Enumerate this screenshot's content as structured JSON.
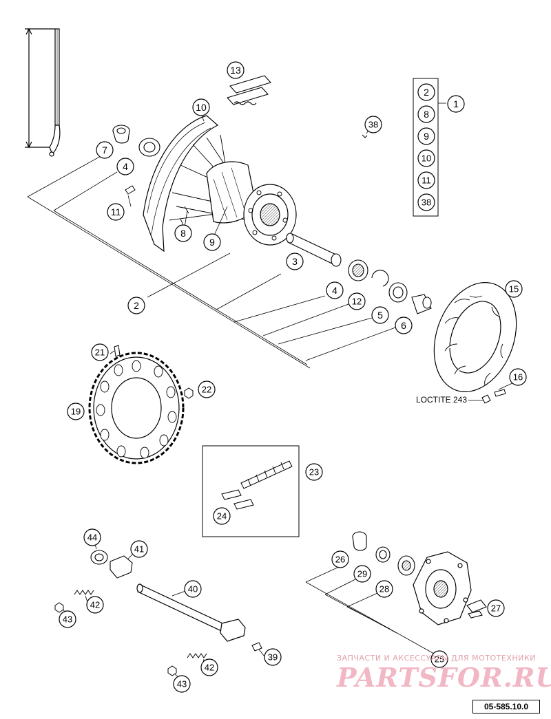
{
  "diagram_code": "05-585.10.0",
  "loctite_label": "LOCTITE 243",
  "kit_parts": [
    "2",
    "8",
    "9",
    "10",
    "11",
    "38"
  ],
  "kit_label": "1",
  "callouts": {
    "c13": "13",
    "c10": "10",
    "c7": "7",
    "c4a": "4",
    "c11a": "11",
    "c8": "8",
    "c9": "9",
    "c38": "38",
    "c2": "2",
    "c3": "3",
    "c4b": "4",
    "c12": "12",
    "c5": "5",
    "c6": "6",
    "c15": "15",
    "c16": "16",
    "c21": "21",
    "c22": "22",
    "c19": "19",
    "c23": "23",
    "c24": "24",
    "c44": "44",
    "c41": "41",
    "c40": "40",
    "c42a": "42",
    "c43a": "43",
    "c42b": "42",
    "c43b": "43",
    "c39": "39",
    "c26": "26",
    "c29": "29",
    "c28": "28",
    "c27": "27",
    "c25": "25"
  },
  "watermark": {
    "caption": "ЗАПЧАСТИ И АКСЕССУАРЫ ДЛЯ МОТОТЕХНИКИ",
    "logo": "PARTSFOR.RU"
  },
  "colors": {
    "line": "#000000",
    "shade": "#9a9a9a",
    "watermark": "#f2b7c4"
  }
}
